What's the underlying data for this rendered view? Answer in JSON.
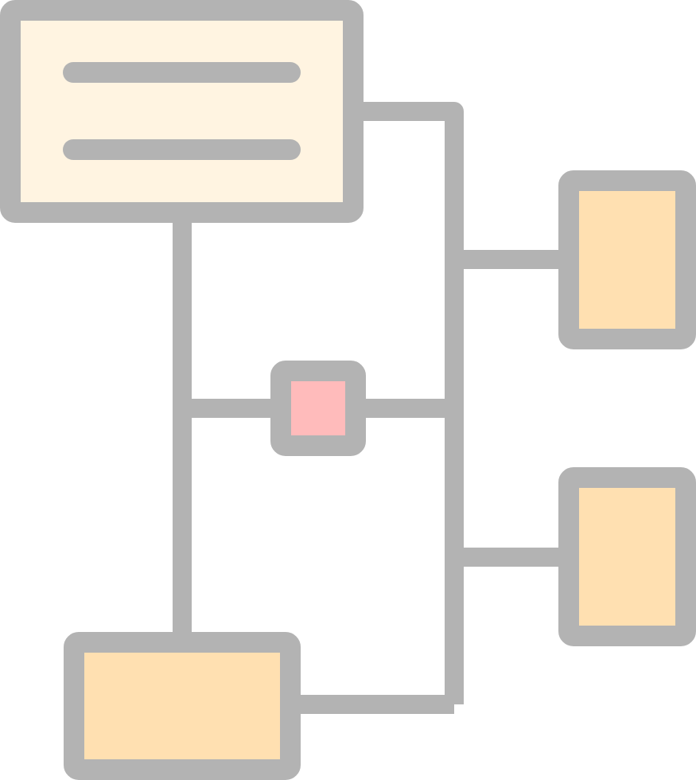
{
  "diagram": {
    "type": "flowchart-icon",
    "colors": {
      "stroke": "#b3b3b3",
      "header_fill": "#fff4e1",
      "box_fill": "#ffe0b1",
      "node_fill": "#ffbbbb",
      "background": "#ffffff"
    },
    "icons": {
      "top_box": "document-lines-icon",
      "center_node": "junction-node-icon"
    },
    "nodes": [
      {
        "id": "top-box",
        "kind": "header",
        "has_text_lines": true,
        "text_line_count": 2
      },
      {
        "id": "right-box-upper",
        "kind": "box"
      },
      {
        "id": "center-node",
        "kind": "junction"
      },
      {
        "id": "right-box-lower",
        "kind": "box"
      },
      {
        "id": "bottom-box",
        "kind": "box"
      }
    ],
    "edges": [
      {
        "from": "top-box",
        "to": "right-trunk"
      },
      {
        "from": "right-trunk",
        "to": "right-box-upper"
      },
      {
        "from": "right-trunk",
        "to": "right-box-lower"
      },
      {
        "from": "top-box",
        "to": "bottom-box"
      },
      {
        "from": "left-trunk",
        "to": "center-node"
      },
      {
        "from": "center-node",
        "to": "right-trunk"
      },
      {
        "from": "bottom-box",
        "to": "right-trunk"
      }
    ]
  }
}
